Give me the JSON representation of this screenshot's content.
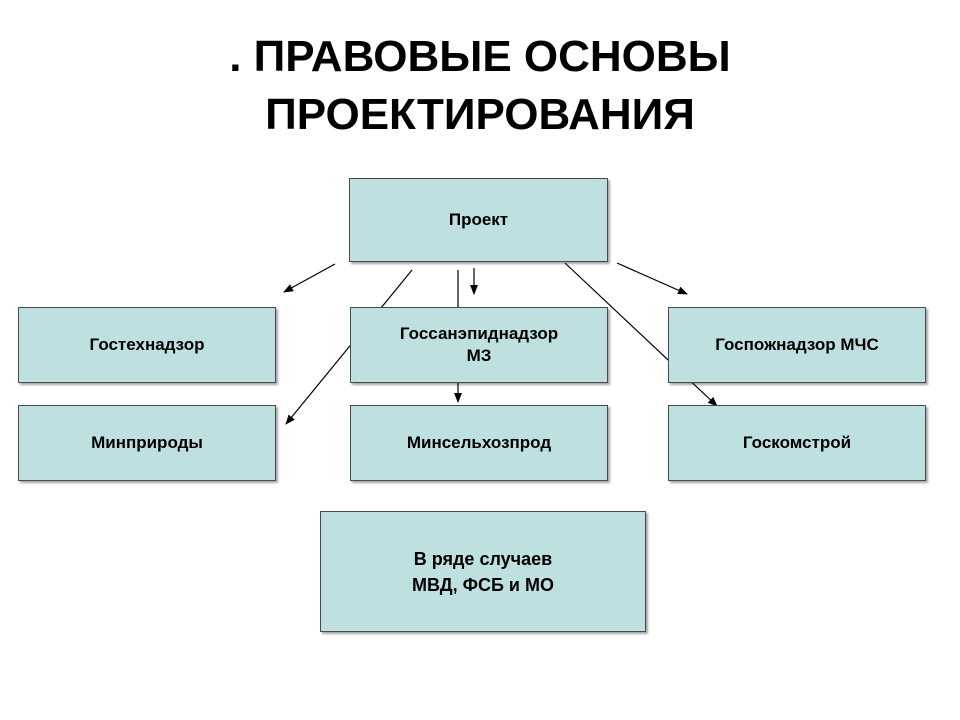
{
  "title": {
    "line1": ". ПРАВОВЫЕ ОСНОВЫ",
    "line2": "ПРОЕКТИРОВАНИЯ"
  },
  "nodes": {
    "project": "Проект",
    "gostekhnadzor": "Гостехнадзор",
    "gossanepidnadzor": "Госсанэпиднадзор\nМЗ",
    "gospozhnadzor": "Госпожнадзор МЧС",
    "minprirody": "Минприроды",
    "minselkhozprod": "Минсельхозпрод",
    "goskomstroy": "Госкомстрой",
    "special_cases": "В ряде случаев\nМВД, ФСБ и МО"
  },
  "colors": {
    "box_fill": "#bfe0e0",
    "box_border": "#4a4a4a",
    "text": "#000000"
  }
}
